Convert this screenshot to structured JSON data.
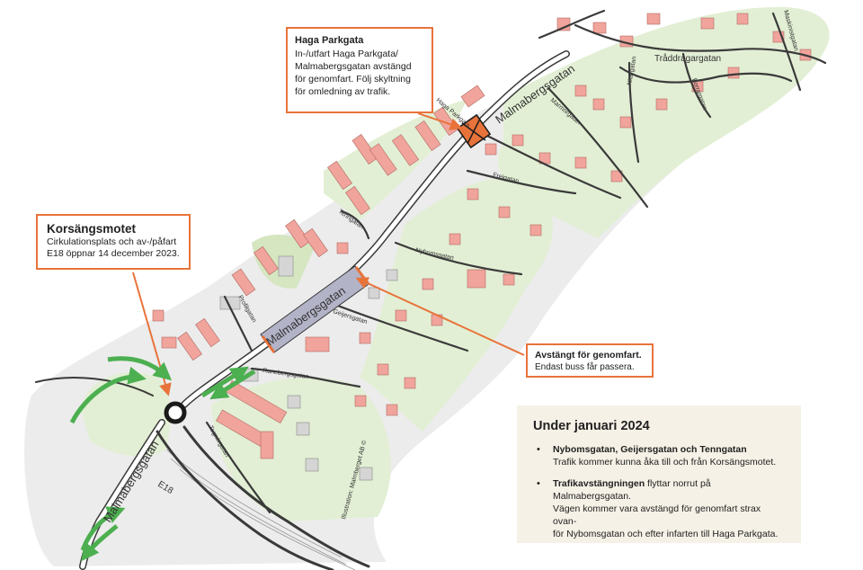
{
  "callouts": {
    "haga": {
      "title": "Haga Parkgata",
      "lines": [
        "In-/utfart Haga Parkgata/",
        "Malmabergsgatan avstängd",
        "för genomfart. Följ skyltning",
        "för omledning av trafik."
      ]
    },
    "korsang": {
      "title": "Korsängsmotet",
      "lines": [
        "Cirkulationsplats och av-/påfart",
        "E18 öppnar 14 december 2023."
      ]
    },
    "avstangt": {
      "title": "Avstängt för genomfart.",
      "line": "Endast buss får passera."
    }
  },
  "info": {
    "heading": "Under januari 2024",
    "item1_bold": "Nybomsgatan, Geijersgatan och Tenngatan",
    "item1_text": "Trafik kommer kunna åka till och från Korsängsmotet.",
    "item2_bold": "Trafikavstängningen",
    "item2_rest": " flyttar norrut på Malmabergsgatan.",
    "item2_line2": "Vägen kommer vara avstängd för genomfart strax ovan-",
    "item2_line3": "för Nybomsgatan och efter infarten till Haga Parkgata."
  },
  "streets": {
    "malmabergsgatan": "Malmabergsgatan",
    "e18": "E18",
    "haga_parkgata": "Haga Parkgata",
    "traddragargatan": "Tråddragargatan",
    "maskinistgatan": "Maskinistgatan",
    "borrargatan": "Borrargatan",
    "nitargatan": "Nitargatan",
    "marmorgatan": "Marmorgatan",
    "freigatan": "Freigatan",
    "tenngatan": "Tenngatan",
    "nybomsgatan": "Nybomsgatan",
    "geijersgatan": "Geijersgatan",
    "runebergsgatan": "Runebergsgatan",
    "tegnergatan": "Tegnérgatan",
    "profilgatan": "Profilgatan"
  },
  "credit": "Illustration: Malmberget AB ©",
  "colors": {
    "accent_orange": "#e8733a",
    "green_area": "#e2efd4",
    "park_green": "#d5e6c1",
    "building": "#f0a49c",
    "road": "#3a3a3a",
    "closed_section": "#b3b3c8",
    "arrow_green": "#4caf50",
    "panel_bg": "#f6f1e6"
  }
}
